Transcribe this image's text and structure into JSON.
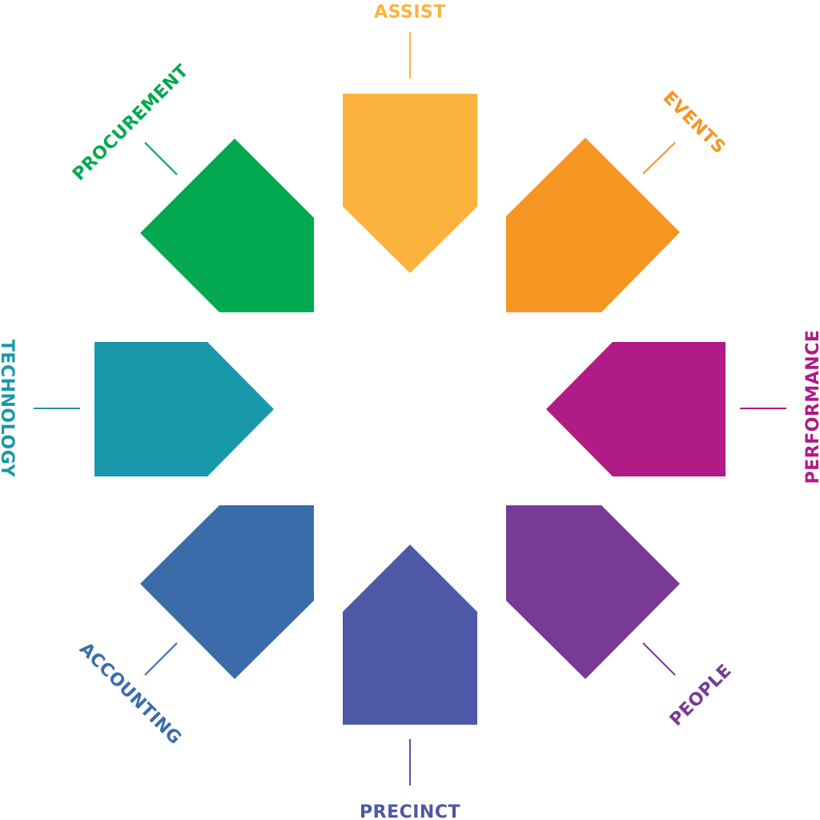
{
  "segments": [
    {
      "id": "assist",
      "label": "ASSIST",
      "color": "#FBB33E"
    },
    {
      "id": "events",
      "label": "EVENTS",
      "color": "#F59522"
    },
    {
      "id": "performance",
      "label": "PERFORMANCE",
      "color": "#B01B86"
    },
    {
      "id": "people",
      "label": "PEOPLE",
      "color": "#773A95"
    },
    {
      "id": "precinct",
      "label": "PRECINCT",
      "color": "#4D58A6"
    },
    {
      "id": "accounting",
      "label": "ACCOUNTING",
      "color": "#3B6CAA"
    },
    {
      "id": "technology",
      "label": "TECHNOLOGY",
      "color": "#1A98AB"
    },
    {
      "id": "procurement",
      "label": "PROCUREMENT",
      "color": "#00A94F"
    }
  ]
}
